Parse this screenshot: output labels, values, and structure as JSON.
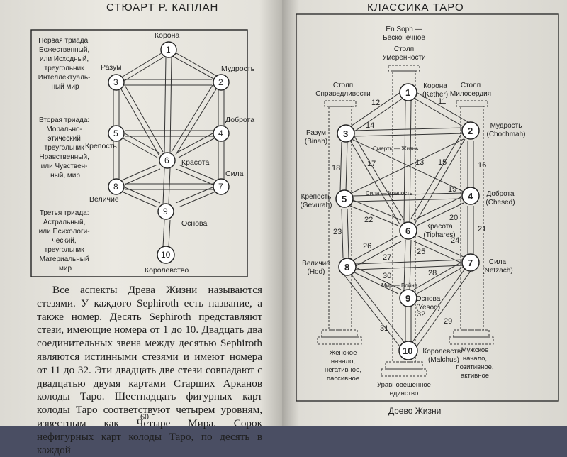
{
  "header_left": "СТЮАРТ Р. КАПЛАН",
  "header_right": "КЛАССИКА ТАРО",
  "left_labels": {
    "triad1": [
      "Первая триада:",
      "Божественный,",
      "или Исходный,",
      "треугольник",
      "Интеллектуаль-",
      "ный мир"
    ],
    "triad2": [
      "Вторая триада:",
      "Морально-",
      "этический",
      "треугольник",
      "Нравственный,",
      "или Чувствен-",
      "ный, мир"
    ],
    "triad3": [
      "Третья триада:",
      "Астральный,",
      "или Психологи-",
      "ческий,",
      "треугольник",
      "Материальный",
      "мир"
    ],
    "korona": "Корона",
    "razum": "Разум",
    "mudrost": "Мудрость",
    "krepost": "Крепость",
    "dobrota": "Доброта",
    "krasota": "Красота",
    "sila": "Сила",
    "velichie": "Величие",
    "osnova": "Основа",
    "korolevstvo": "Королевство"
  },
  "body_paragraph": "Все аспекты Древа Жизни называются стезями. У каждого Sephiroth есть название, а также номер. Десять Sephiroth представляют стези, имеющие номера от 1 до 10. Двадцать два соединительных звена между десятью Sephiroth являются истинными стезями и имеют номера от 11 до 32. Эти двадцать две стези совпадают с двадцатью двумя картами Старших Арканов колоды Таро. Шестнадцать фигурных карт колоды Таро соответствуют четырем уровням, известным как Четыре Мира. Сорок нефигурных карт колоды Таро, по десять в каждой",
  "page_number": "60",
  "right_labels": {
    "ensoph": [
      "En Soph —",
      "Бесконечное"
    ],
    "stolp_umer": [
      "Столп",
      "Умеренности"
    ],
    "stolp_sprav": [
      "Столп",
      "Справедливости"
    ],
    "stolp_miloserd": [
      "Столп",
      "Милосердия"
    ],
    "korona_kether": [
      "Корона",
      "(Kether)"
    ],
    "mudrost": [
      "Мудрость",
      "(Chochmah)"
    ],
    "razum": [
      "Разум",
      "(Binah)"
    ],
    "dobrota": [
      "Доброта",
      "(Chesed)"
    ],
    "krepost": [
      "Крепость",
      "(Gevurah)"
    ],
    "krasota": [
      "Красота",
      "(Tiphares)"
    ],
    "velichie": [
      "Величие",
      "(Hod)"
    ],
    "sila": [
      "Сила",
      "(Netzach)"
    ],
    "osnova": [
      "Основа",
      "(Yesod)"
    ],
    "korolevstvo": [
      "Королевство",
      "(Malchus)"
    ],
    "zhenskoe": [
      "Женское",
      "начало,",
      "негативное,",
      "пассивное"
    ],
    "muzhskoe": [
      "Мужское",
      "начало,",
      "позитивное,",
      "активное"
    ],
    "uravnov": [
      "Уравновешенное",
      "единство"
    ],
    "path_smert": "Смерть — Жизнь",
    "path_sila_kr": "Сила — Крепость",
    "path_mir": "Мир — Война"
  },
  "caption": "Древо Жизни"
}
